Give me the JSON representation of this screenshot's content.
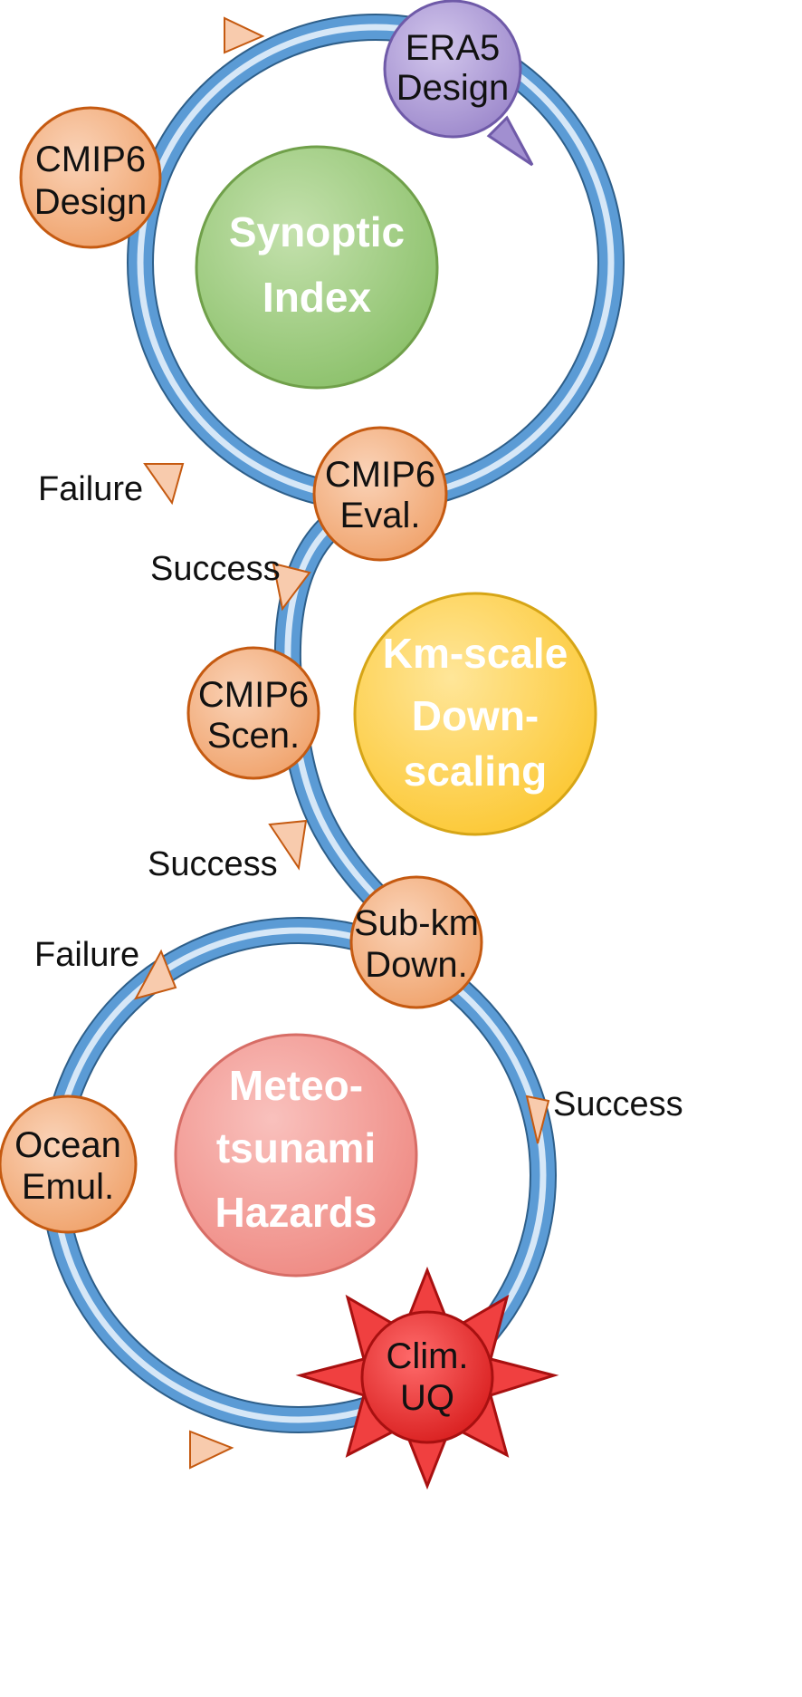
{
  "colors": {
    "ring": "#5b9bd5",
    "ring_light": "#bcd7f0",
    "node_fill": "#f4b183",
    "node_stroke": "#c55a11",
    "arrow_fill": "#f8cbad",
    "era5_fill": "#b4a7d6",
    "hub_synoptic": "#a9d18e",
    "hub_km": "#ffd966",
    "hub_meteo": "#f4a09c",
    "clim_fill": "#ee3333"
  },
  "hubs": {
    "synoptic": {
      "line1": "Synoptic",
      "line2": "Index"
    },
    "km_scale": {
      "line1": "Km-scale",
      "line2": "Down-",
      "line3": "scaling"
    },
    "meteo": {
      "line1": "Meteo-",
      "line2": "tsunami",
      "line3": "Hazards"
    }
  },
  "nodes": {
    "era5_design": {
      "line1": "ERA5",
      "line2": "Design"
    },
    "cmip6_design": {
      "line1": "CMIP6",
      "line2": "Design"
    },
    "cmip6_eval": {
      "line1": "CMIP6",
      "line2": "Eval."
    },
    "cmip6_scen": {
      "line1": "CMIP6",
      "line2": "Scen."
    },
    "sub_km_down": {
      "line1": "Sub-km",
      "line2": "Down."
    },
    "ocean_emul": {
      "line1": "Ocean",
      "line2": "Emul."
    },
    "clim_uq": {
      "line1": "Clim.",
      "line2": "UQ"
    }
  },
  "edge_labels": {
    "failure_top": "Failure",
    "success_1": "Success",
    "success_2": "Success",
    "failure_bottom": "Failure",
    "success_right": "Success"
  }
}
